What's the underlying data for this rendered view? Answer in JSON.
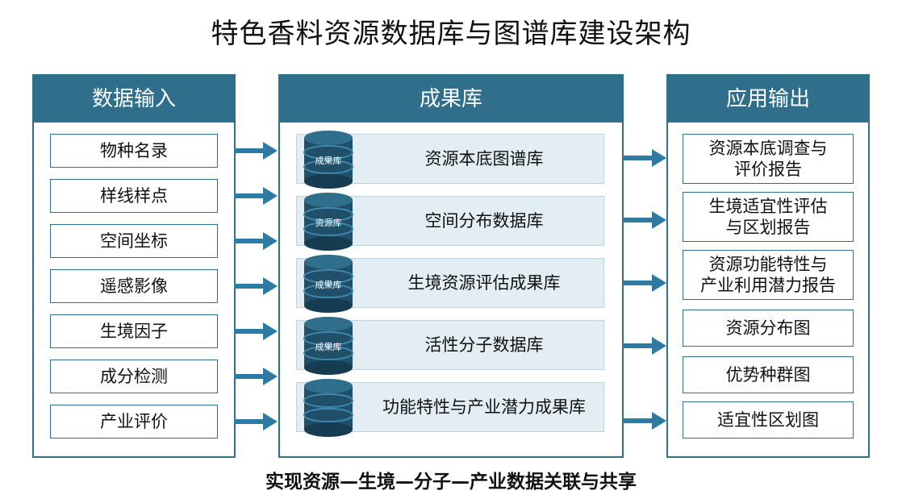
{
  "title": "特色香料资源数据库与图谱库建设架构",
  "footer": "实现资源—生境—分子—产业数据关联与共享",
  "colors": {
    "header": "#2f6f8c",
    "arrow": "#2f7aa0",
    "row_bg": "#e3eef4"
  },
  "input": {
    "header": "数据输入",
    "items": [
      "物种名录",
      "样线样点",
      "空间坐标",
      "遥感影像",
      "生境因子",
      "成分检测",
      "产业评价"
    ]
  },
  "result": {
    "header": "成果库",
    "items": [
      {
        "label": "资源本底图谱库",
        "db_label": "成果库"
      },
      {
        "label": "空间分布数据库",
        "db_label": "资源库"
      },
      {
        "label": "生境资源评估成果库",
        "db_label": "成果库"
      },
      {
        "label": "活性分子数据库",
        "db_label": "成果库"
      },
      {
        "label": "功能特性与产业潜力成果库",
        "db_label": ""
      }
    ]
  },
  "output": {
    "header": "应用输出",
    "items": [
      {
        "line1": "资源本底调查与",
        "line2": "评价报告"
      },
      {
        "line1": "生境适宜性评估",
        "line2": "与区划报告"
      },
      {
        "line1": "资源功能特性与",
        "line2": "产业利用潜力报告"
      },
      {
        "line1": "资源分布图",
        "line2": ""
      },
      {
        "line1": "优势种群图",
        "line2": ""
      },
      {
        "line1": "适宜性区划图",
        "line2": ""
      }
    ]
  }
}
